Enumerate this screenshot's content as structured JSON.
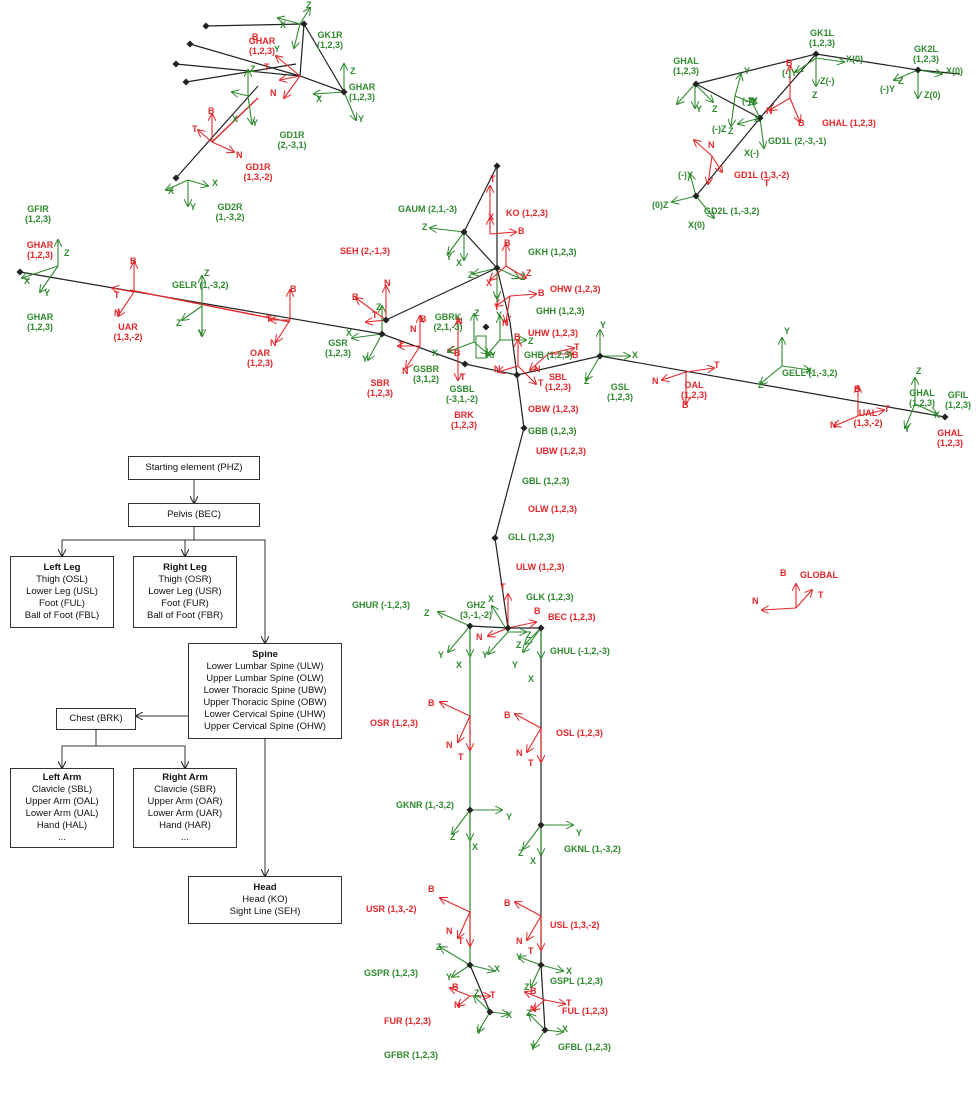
{
  "colors": {
    "green": "#2f8a2f",
    "red": "#e3272b",
    "black": "#222222"
  },
  "skeleton_labels": {
    "gk1r": [
      "GK1R",
      "(1,2,3)"
    ],
    "ghar_top_red": [
      "GHAR",
      "(1,2,3)"
    ],
    "ghar_top_green": [
      "GHAR",
      "(1,2,3)"
    ],
    "gd1r_green": [
      "GD1R",
      "(2,-3,1)"
    ],
    "gd1r_red": [
      "GD1R",
      "(1,3,-2)"
    ],
    "gd2r": [
      "GD2R",
      "(1,-3,2)"
    ],
    "gk1l": [
      "GK1L",
      "(1,2,3)"
    ],
    "gk2l": [
      "GK2L",
      "(1,2,3)"
    ],
    "ghal_top": [
      "GHAL",
      "(1,2,3)"
    ],
    "ghal_top_red": "GHAL (1,2,3)",
    "gd1l_green": "GD1L (2,-3,-1)",
    "gd1l_red": "GD1L (1,3,-2)",
    "gd2l": "GD2L (1,-3,2)",
    "gfir": [
      "GFIR",
      "(1,2,3)"
    ],
    "ghar_left_red": [
      "GHAR",
      "(1,2,3)"
    ],
    "ghar_left_green": [
      "GHAR",
      "(1,2,3)"
    ],
    "gelr": "GELR (1,-3,2)",
    "uar": [
      "UAR",
      "(1,3,-2)"
    ],
    "oar": [
      "OAR",
      "(1,2,3)"
    ],
    "gsr": [
      "GSR",
      "(1,2,3)"
    ],
    "sbr": [
      "SBR",
      "(1,2,3)"
    ],
    "gaum": "GAUM (2,1,-3)",
    "ko": "KO (1,2,3)",
    "seh": "SEH (2,-1,3)",
    "gkh": "GKH (1,2,3)",
    "ohw": "OHW (1,2,3)",
    "ghh": "GHH (1,2,3)",
    "gbrk": [
      "GBRK",
      "(2,1,-3)"
    ],
    "uhw": "UHW (1,2,3)",
    "gsbr": [
      "GSBR",
      "(3,1,2)"
    ],
    "ghb": "GHB (1,2,3)",
    "gsbl": [
      "GSBL",
      "(-3,1,-2)"
    ],
    "sbl": [
      "SBL",
      "(1,2,3)"
    ],
    "brk": [
      "BRK",
      "(1,2,3)"
    ],
    "obw": "OBW (1,2,3)",
    "gsl": [
      "GSL",
      "(1,2,3)"
    ],
    "oal": [
      "OAL",
      "(1,2,3)"
    ],
    "gell": "GELL (1,-3,2)",
    "ghal_right": [
      "GHAL",
      "(1,2,3)"
    ],
    "gfil": [
      "GFIL",
      "(1,2,3)"
    ],
    "ual": [
      "UAL",
      "(1,3,-2)"
    ],
    "ghal_right_red": [
      "GHAL",
      "(1,2,3)"
    ],
    "gbb": "GBB (1,2,3)",
    "ubw": "UBW (1,2,3)",
    "gbl": "GBL (1,2,3)",
    "olw": "OLW (1,2,3)",
    "gll": "GLL (1,2,3)",
    "ulw": "ULW (1,2,3)",
    "glk": "GLK (1,2,3)",
    "bec": "BEC (1,2,3)",
    "ghur": "GHUR (-1,2,3)",
    "ghz": [
      "GHZ",
      "(3,-1,-2)"
    ],
    "ghul": "GHUL (-1,2,-3)",
    "osr": "OSR (1,2,3)",
    "osl": "OSL (1,2,3)",
    "gknr": "GKNR (1,-3,2)",
    "gknl": "GKNL (1,-3,2)",
    "usr": "USR (1,3,-2)",
    "usl": "USL (1,3,-2)",
    "gspr": "GSPR (1,2,3)",
    "gspl": "GSPL (1,2,3)",
    "fur": "FUR (1,2,3)",
    "ful": "FUL (1,2,3)",
    "gfbr": "GFBR (1,2,3)",
    "gfbl": "GFBL (1,2,3)",
    "global": "GLOBAL"
  },
  "axis_letters": {
    "x": "X",
    "y": "Y",
    "z": "Z",
    "b": "B",
    "n": "N",
    "t": "T"
  },
  "axis_letters_signed": {
    "x_zero": "X(0)",
    "y_neg": "(-)Y",
    "z_neg": "Z(-)",
    "z_zero": "Z(0)",
    "neg_z": "(-)Z",
    "x_neg": "X(-)",
    "zero_z": "(0)Z"
  },
  "flowchart": {
    "start": "Starting element (PHZ)",
    "pelvis": "Pelvis (BEC)",
    "left_leg": {
      "title": "Left Leg",
      "items": [
        "Thigh (OSL)",
        "Lower Leg (USL)",
        "Foot (FUL)",
        "Ball of Foot (FBL)"
      ]
    },
    "right_leg": {
      "title": "Right Leg",
      "items": [
        "Thigh (OSR)",
        "Lower Leg (USR)",
        "Foot (FUR)",
        "Ball of Foot (FBR)"
      ]
    },
    "spine": {
      "title": "Spine",
      "items": [
        "Lower Lumbar Spine (ULW)",
        "Upper Lumbar Spine (OLW)",
        "Lower Thoracic Spine (UBW)",
        "Upper Thoracic Spine (OBW)",
        "Lower Cervical Spine (UHW)",
        "Upper Cervical Spine (OHW)"
      ]
    },
    "chest": "Chest (BRK)",
    "left_arm": {
      "title": "Left Arm",
      "items": [
        "Clavicle (SBL)",
        "Upper Arm (OAL)",
        "Lower Arm (UAL)",
        "Hand (HAL)",
        "..."
      ]
    },
    "right_arm": {
      "title": "Right Arm",
      "items": [
        "Clavicle (SBR)",
        "Upper Arm (OAR)",
        "Lower Arm (UAR)",
        "Hand (HAR)",
        "..."
      ]
    },
    "head": {
      "title": "Head",
      "items": [
        "Head (KO)",
        "Sight Line (SEH)"
      ]
    }
  }
}
